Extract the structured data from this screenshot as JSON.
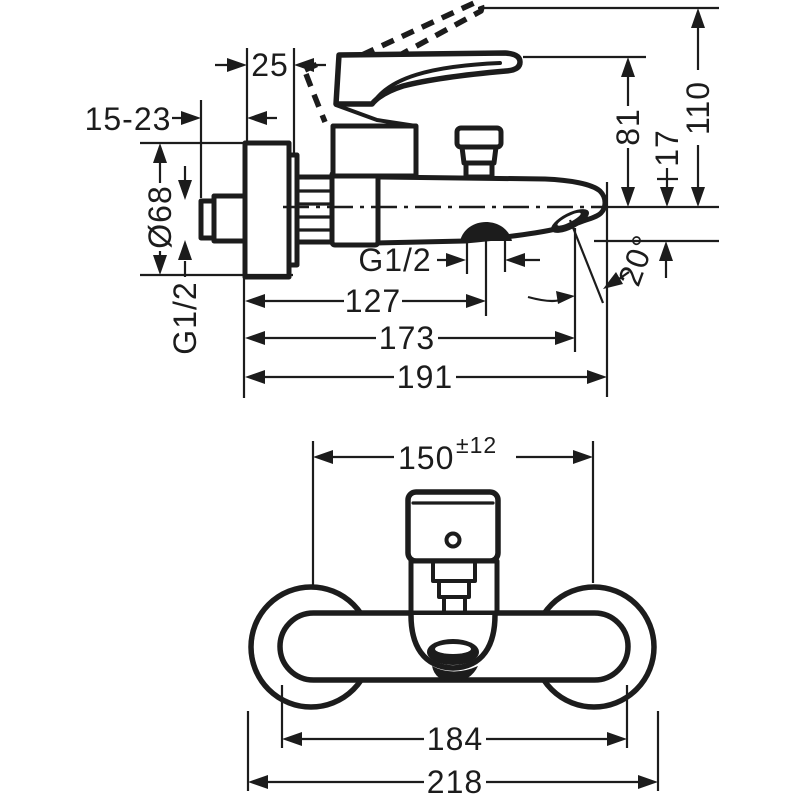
{
  "drawing": {
    "name": "wall-mounted-bath-mixer-technical-drawing",
    "colors": {
      "line": "#1c1c1c",
      "background": "#ffffff"
    },
    "side_view": {
      "dim_escutcheon_depth": "25",
      "dim_mount_range": "15-23",
      "dim_escutcheon_dia": "Ø68",
      "thread_wall_connection": "G1/2",
      "dim_height_total": "110",
      "dim_height_handle": "81",
      "dim_height_spout": "17",
      "spout_angle": "20°",
      "thread_hose_outlet": "G1/2",
      "dim_depth_outlet": "127",
      "dim_depth_aerator": "173",
      "dim_depth_total": "191"
    },
    "front_view": {
      "dim_hole_centers": "150",
      "dim_hole_centers_tol": "±12",
      "dim_body_width": "184",
      "dim_total_width": "218"
    }
  }
}
